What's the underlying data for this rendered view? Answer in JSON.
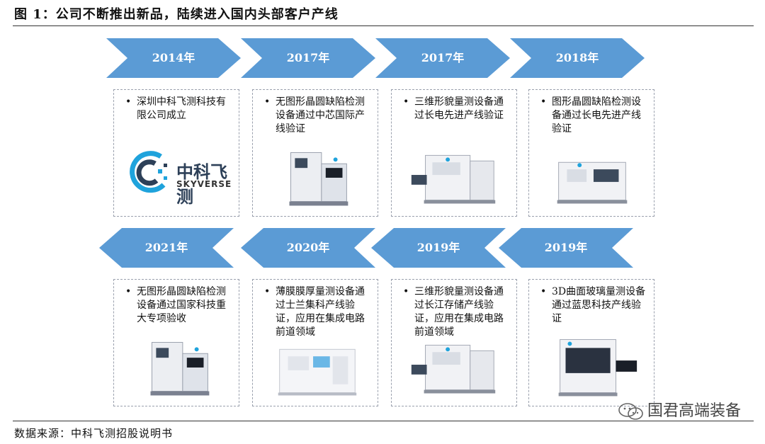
{
  "title": "图 1：公司不断推出新品，陆续进入国内头部客户产线",
  "source": "数据来源：中科飞测招股说明书",
  "watermark": "国君高端装备",
  "colors": {
    "arrow": "#5b9bd5",
    "border": "#9aa0ad"
  },
  "logo": {
    "cn": "中科飞测",
    "en": "SKYVERSE"
  },
  "row1": [
    {
      "year": "2014年",
      "text": "深圳中科飞测科技有限公司成立",
      "image": "company-logo"
    },
    {
      "year": "2017年",
      "text": "无图形晶圆缺陷检测设备通过中芯国际产线验证",
      "image": "inspection-machine"
    },
    {
      "year": "2017年",
      "text": "三维形貌量测设备通过长电先进产线验证",
      "image": "metrology-machine"
    },
    {
      "year": "2018年",
      "text": "图形晶圆缺陷检测设备通过长电先进产线验证",
      "image": "inspection-machine"
    }
  ],
  "row2": [
    {
      "year": "2021年",
      "text": "无图形晶圆缺陷检测设备通过国家科技重大专项验收",
      "image": "inspection-machine"
    },
    {
      "year": "2020年",
      "text": "薄膜膜厚量测设备通过士兰集科产线验证，应用在集成电路前道领域",
      "image": "film-thickness-machine"
    },
    {
      "year": "2019年",
      "text": "三维形貌量测设备通过长江存储产线验证，应用在集成电路前道领域",
      "image": "metrology-machine"
    },
    {
      "year": "2019年",
      "text": "3D曲面玻璃量测设备通过蓝思科技产线验证",
      "image": "glass-metrology-machine"
    }
  ]
}
